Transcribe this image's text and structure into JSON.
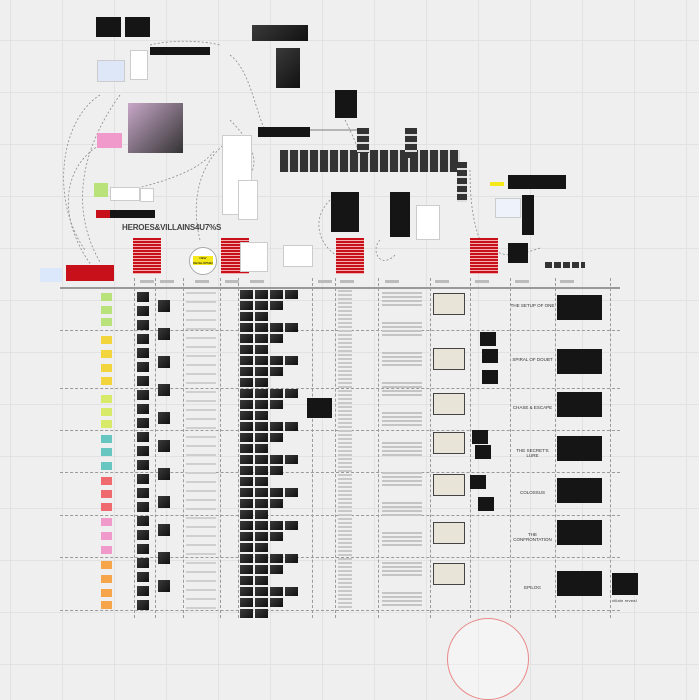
{
  "board": {
    "title": "HEROES&VILLAINS4U7%S",
    "circle_note": "NEW DEVELOPMENT",
    "row_labels": [
      "THE SETUP OF ONE",
      "SPIRAL OF DOUBT",
      "CHASE & ESCAPE",
      "THE SECRET'S LURE",
      "COLOSSUS",
      "THE CONFRONTATION",
      "EPILOG"
    ],
    "bottom_caption": "villain reveal"
  },
  "colors": {
    "canvas": "#efefef",
    "red_card": "#c8101a",
    "yellow_note": "#f4e81a",
    "sticky_green": "#b9e27a",
    "sticky_yellow": "#f2d43c",
    "sticky_lime": "#d8ea6a",
    "sticky_teal": "#67c6c0",
    "sticky_red": "#ee6a6f",
    "sticky_pink": "#ef9acb",
    "sticky_orange": "#f6a54a",
    "focus_circle": "#e88a8a"
  }
}
